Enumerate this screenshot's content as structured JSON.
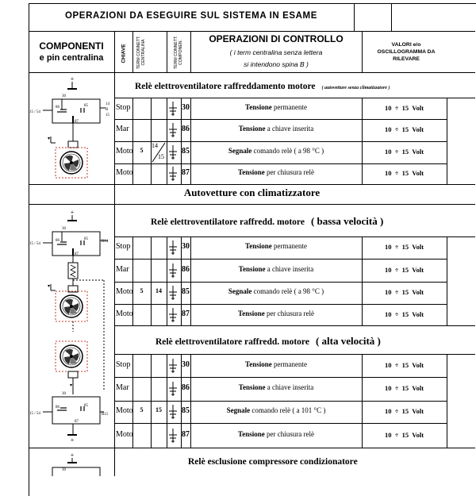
{
  "header": {
    "title": "OPERAZIONI DA ESEGUIRE SUL SISTEMA IN ESAME",
    "componenti": "COMPONENTI",
    "pin_centralina": "e pin centralina",
    "chiave": "CHIAVE",
    "term_centralina": "TERM CONNETT. CENTRALINA",
    "term_componenti": "TERM CONNETT. COMPONEN.",
    "operazioni_title": "OPERAZIONI DI CONTROLLO",
    "operazioni_sub1": "( i  term centralina senza lettera",
    "operazioni_sub2": "si intendono spina B )",
    "valori": "VALORI e/o OSCILLOGRAMMA DA RILEVARE"
  },
  "diagram_labels": {
    "plus": "+",
    "minus": "-",
    "pin30": "30",
    "pin86": "86",
    "pin85": "85",
    "pin87": "87",
    "fuse": "15 / 54",
    "out14": "14",
    "outB": "B",
    "out15": "15",
    "outB14": "B14",
    "outB15": "B15"
  },
  "section1": {
    "title": "Relè elettroventilatore raffreddamento motore",
    "note": "( autovetture senza climatizzatore )",
    "rows": [
      {
        "chiave": "Stop",
        "c1": "",
        "c2": "",
        "term": "30",
        "bold": "Tensione",
        "rest": " permanente",
        "val": "10  ÷  15  Volt"
      },
      {
        "chiave": "Mar",
        "c1": "",
        "c2": "",
        "term": "86",
        "bold": "Tensione",
        "rest": " a chiave inserita",
        "val": "10  ÷  15  Volt"
      },
      {
        "chiave": "Moto",
        "c1": "5",
        "c2a": "14",
        "c2b": "15",
        "term": "85",
        "bold": "Segnale",
        "rest": " comando relè  ( a 98 °C )",
        "val": "10  ÷  15  Volt"
      },
      {
        "chiave": "Moto",
        "c1": "",
        "c2": "",
        "term": "87",
        "bold": "Tensione",
        "rest": " per chiusura relè",
        "val": "10  ÷  15  Volt"
      }
    ]
  },
  "banner": "Autovetture con climatizzatore",
  "section2": {
    "title": "Relè elettroventilatore raffredd. motore",
    "paren": "( bassa velocità )",
    "rows": [
      {
        "chiave": "Stop",
        "c1": "",
        "c2": "",
        "term": "30",
        "bold": "Tensione",
        "rest": " permanente",
        "val": "10  ÷  15  Volt"
      },
      {
        "chiave": "Mar",
        "c1": "",
        "c2": "",
        "term": "86",
        "bold": "Tensione",
        "rest": " a chiave inserita",
        "val": "10  ÷  15  Volt"
      },
      {
        "chiave": "Moto",
        "c1": "5",
        "c2": "14",
        "term": "85",
        "bold": "Segnale",
        "rest": " comando relè  ( a 98 °C )",
        "val": "10  ÷  15  Volt"
      },
      {
        "chiave": "Moto",
        "c1": "",
        "c2": "",
        "term": "87",
        "bold": "Tensione",
        "rest": " per chiusura relè",
        "val": "10  ÷  15  Volt"
      }
    ]
  },
  "section3": {
    "title": "Relè elettroventilatore raffredd. motore",
    "paren": "( alta velocità )",
    "rows": [
      {
        "chiave": "Stop",
        "c1": "",
        "c2": "",
        "term": "30",
        "bold": "Tensione",
        "rest": " permanente",
        "val": "10  ÷  15  Volt"
      },
      {
        "chiave": "Mar",
        "c1": "",
        "c2": "",
        "term": "86",
        "bold": "Tensione",
        "rest": " a chiave inserita",
        "val": "10  ÷  15  Volt"
      },
      {
        "chiave": "Moto",
        "c1": "5",
        "c2": "15",
        "term": "85",
        "bold": "Segnale",
        "rest": " comando relè  ( a 101 °C )",
        "val": "10  ÷  15  Volt"
      },
      {
        "chiave": "Moto",
        "c1": "",
        "c2": "",
        "term": "87",
        "bold": "Tensione",
        "rest": " per chiusura relè",
        "val": "10  ÷  15  Volt"
      }
    ]
  },
  "section4": {
    "title": "Relè esclusione compressore condizionatore"
  },
  "colors": {
    "border": "#000000",
    "motor_dash": "#c0392b"
  }
}
